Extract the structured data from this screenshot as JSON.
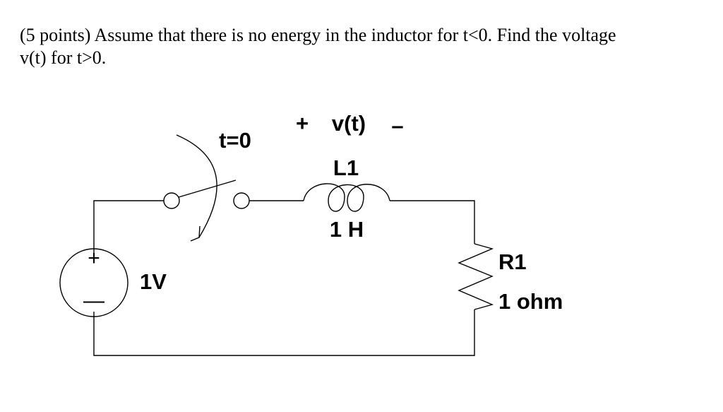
{
  "problem": {
    "line1": "(5 points)  Assume that there is no energy in the inductor for t<0.  Find the voltage",
    "line2": "v(t) for t>0."
  },
  "circuit": {
    "switch_label": "t=0",
    "voltage_label_plus": "+",
    "voltage_label_name": "v(t)",
    "voltage_label_minus": "–",
    "inductor_name": "L1",
    "inductor_value": "1 H",
    "source_value": "1V",
    "source_plus": "+",
    "source_minus": "—",
    "resistor_name": "R1",
    "resistor_value": "1 ohm"
  }
}
